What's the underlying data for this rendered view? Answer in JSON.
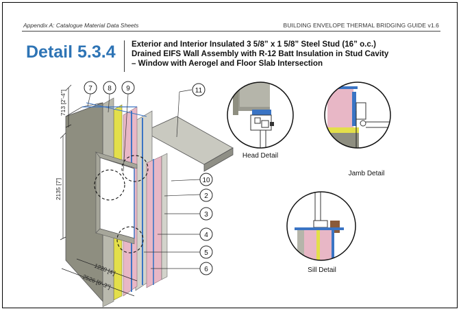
{
  "header": {
    "left": "Appendix A: Catalogue Material Data Sheets",
    "right": "BUILDING ENVELOPE THERMAL BRIDGING GUIDE v1.6"
  },
  "detail_number": "Detail 5.3.4",
  "title_lines": [
    "Exterior and Interior Insulated 3 5/8” x 1 5/8” Steel Stud (16” o.c.)",
    "Drained EIFS Wall Assembly with R-12 Batt Insulation in Stud Cavity",
    "– Window with Aerogel and Floor Slab Intersection"
  ],
  "dimensions": {
    "top": "713 [2'-4\"]",
    "height": "2135 [7']",
    "width_short": "1220 [4']",
    "width_long": "2526 [8'-3\"]"
  },
  "callouts": [
    "7",
    "8",
    "9",
    "11",
    "10",
    "2",
    "3",
    "4",
    "5",
    "6"
  ],
  "detail_labels": {
    "head": "Head Detail",
    "jamb": "Jamb Detail",
    "sill": "Sill Detail"
  },
  "colors": {
    "accent": "#2e74b5",
    "insulation": "#f0b6c8",
    "membrane": "#e6e24a",
    "render": "#8e8e80",
    "slab": "#9a9a90"
  }
}
